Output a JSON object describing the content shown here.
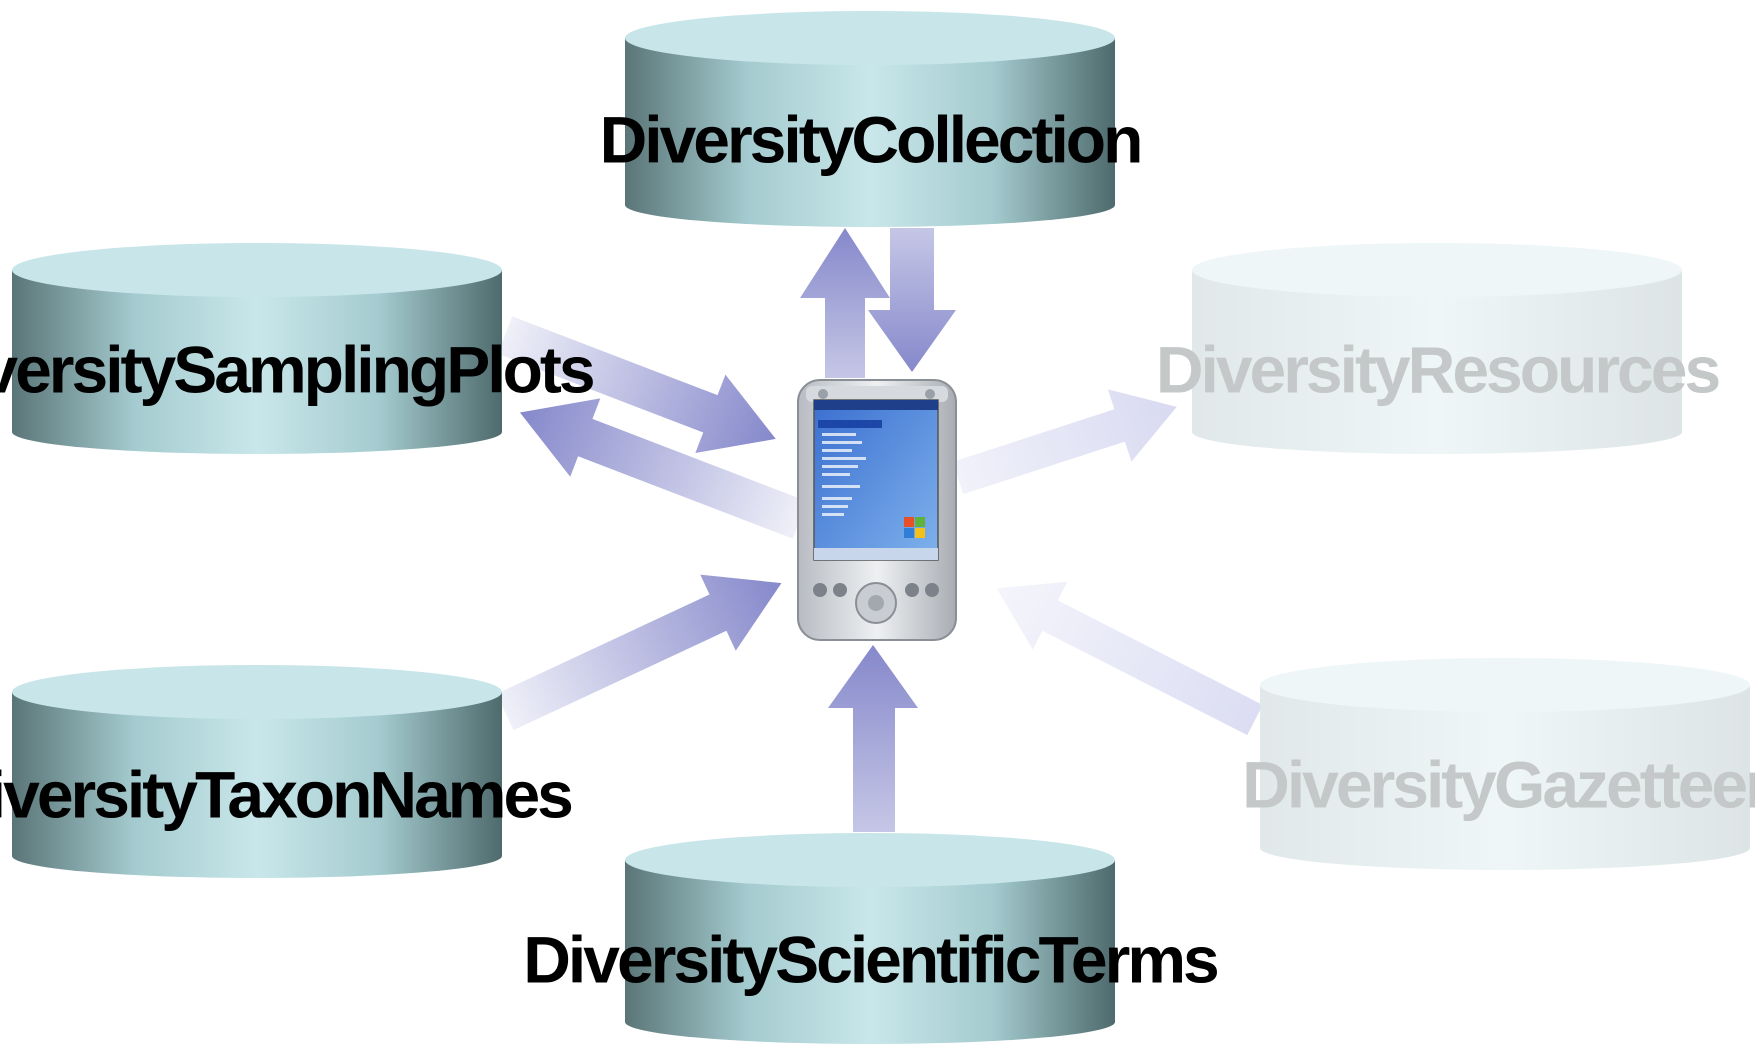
{
  "diagram": {
    "hub": {
      "icon": "pda-device-icon"
    },
    "databases": [
      {
        "id": "collection",
        "label": "DiversityCollection",
        "active": true,
        "link": "bidirectional"
      },
      {
        "id": "sampling-plots",
        "label": "DiversitySamplingPlots",
        "active": true,
        "link": "bidirectional"
      },
      {
        "id": "resources",
        "label": "DiversityResources",
        "active": false,
        "link": "to-database"
      },
      {
        "id": "taxon-names",
        "label": "DiversityTaxonNames",
        "active": true,
        "link": "to-device"
      },
      {
        "id": "gazetteer",
        "label": "DiversityGazetteer",
        "active": false,
        "link": "to-device"
      },
      {
        "id": "scientific-terms",
        "label": "DiversityScientificTerms",
        "active": true,
        "link": "to-device"
      }
    ]
  },
  "colors": {
    "cylinder_top": "#c8e6ea",
    "cylinder_edge": "#4e6a6c",
    "cylinder_mid": "#bfe0e4",
    "arrow": "#7f82c8",
    "inactive_text": "#c4c8c8",
    "active_text": "#000000"
  }
}
